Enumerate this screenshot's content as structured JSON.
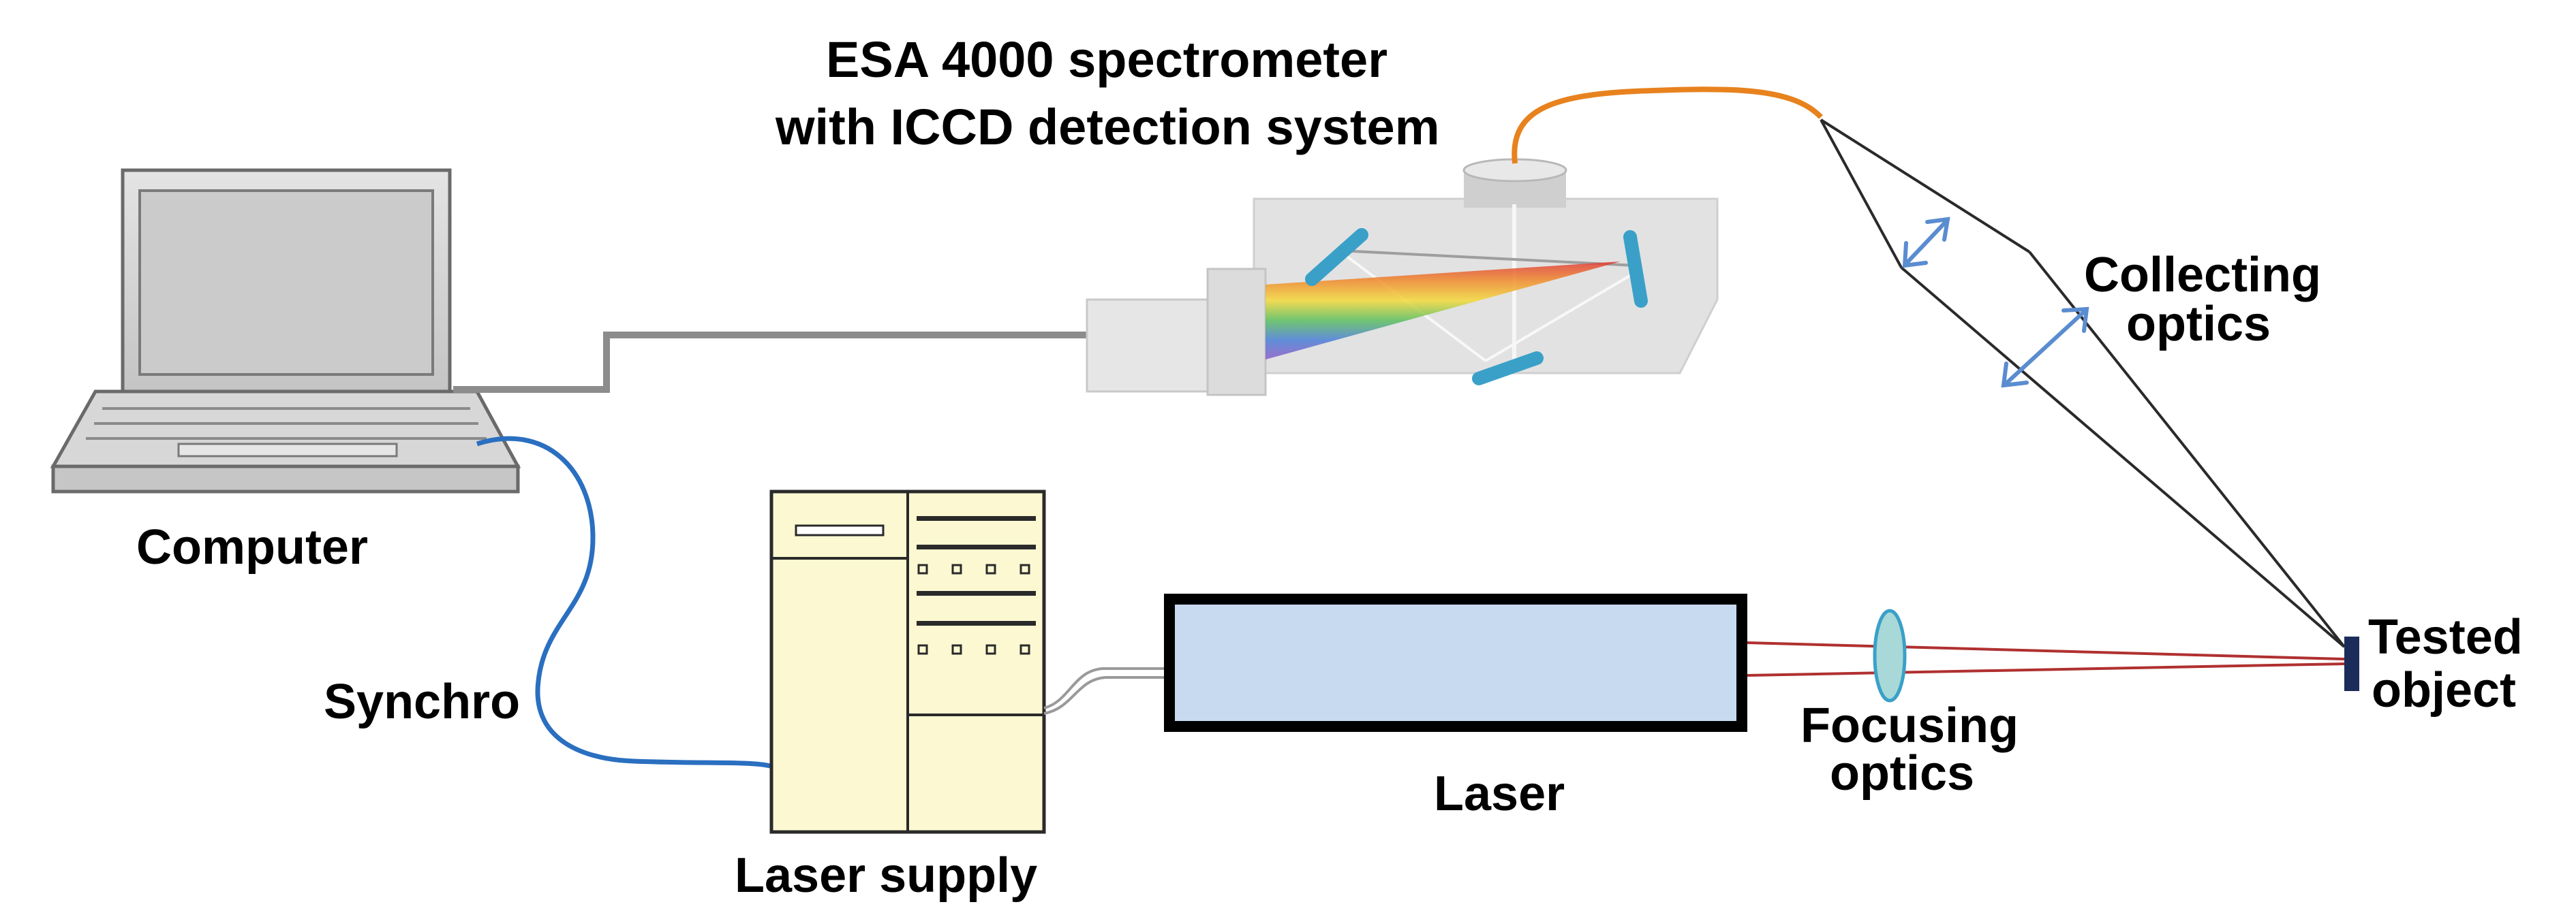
{
  "labels": {
    "spectrometer_line1": "ESA 4000 spectrometer",
    "spectrometer_line2": "with ICCD detection system",
    "computer": "Computer",
    "synchro": "Synchro",
    "laser_supply": "Laser supply",
    "laser": "Laser",
    "focusing_line1": "Focusing",
    "focusing_line2": "optics",
    "collecting_line1": "Collecting",
    "collecting_line2": "optics",
    "tested_line1": "Tested",
    "tested_line2": "object"
  },
  "icons": {
    "computer": "laptop-icon",
    "spectrometer": "spectrometer-icon",
    "laser_supply": "power-supply-cabinet-icon",
    "laser": "laser-tube-icon",
    "focusing_lens": "lens-icon",
    "collecting_lens": "lens-icon",
    "target": "sample-icon"
  },
  "colors": {
    "laptop_body": "#d4d4d4",
    "laptop_screen": "#c8c8c8",
    "spectrometer_body": "#e2e2e2",
    "mirror": "#3aa0c8",
    "supply_cabinet": "#fcf9d2",
    "laser_tube_fill": "#c8daf0",
    "laser_beam": "#b03030",
    "synchro_cable": "#2a6fc0",
    "fiber": "#e8821e",
    "collecting_optic": "#5a8cd0",
    "target": "#1c2c5a"
  }
}
